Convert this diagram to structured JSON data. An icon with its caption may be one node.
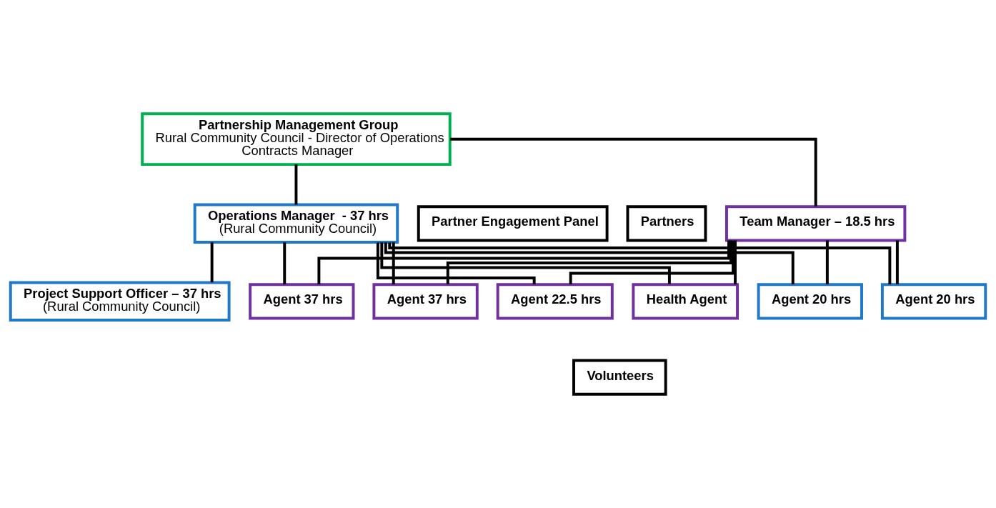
{
  "diagram": {
    "nodes": [
      {
        "text": [
          "Partnership Management Group",
          "Rural Community Council - Director of Operations",
          "Contracts Manager"
        ]
      },
      {
        "text": [
          "Team Manager – 18.5 hrs"
        ]
      },
      {
        "text": [
          "Operations Manager  - 37 hrs",
          "(Rural Community Council)"
        ]
      },
      {
        "text": [
          "Project Support Officer – 37 hrs",
          "(Rural Community Council)"
        ]
      },
      {
        "text": [
          "Agent 37 hrs"
        ]
      },
      {
        "text": [
          "Agent 37 hrs"
        ]
      },
      {
        "text": [
          "Agent 22.5 hrs"
        ]
      },
      {
        "text": [
          "Health Agent"
        ]
      },
      {
        "text": [
          "Agent 20 hrs"
        ]
      },
      {
        "text": [
          "Agent 20 hrs"
        ]
      },
      {
        "text": [
          "Volunteers"
        ]
      },
      {
        "text": [
          "Partners"
        ]
      },
      {
        "text": [
          "Partner Engagement Panel"
        ]
      }
    ],
    "edges": [
      {
        "from": 0,
        "to": 1,
        "arrow": "none"
      },
      {
        "from": 0,
        "to": 2,
        "arrow": "none"
      },
      {
        "from": 2,
        "to": 3,
        "arrow": "none"
      },
      {
        "from": 1,
        "to": 4,
        "arrow": "none"
      },
      {
        "from": 1,
        "to": 5,
        "arrow": "none"
      },
      {
        "from": 1,
        "to": 6,
        "arrow": "none"
      },
      {
        "from": 1,
        "to": 7,
        "arrow": "none"
      },
      {
        "from": 1,
        "to": 8,
        "arrow": "none"
      },
      {
        "from": 1,
        "to": 9,
        "arrow": "none"
      },
      {
        "from": 2,
        "to": 4,
        "arrow": "none"
      },
      {
        "from": 2,
        "to": 5,
        "arrow": "none"
      },
      {
        "from": 2,
        "to": 6,
        "arrow": "none"
      },
      {
        "from": 2,
        "to": 7,
        "arrow": "none"
      },
      {
        "from": 2,
        "to": 8,
        "arrow": "none"
      },
      {
        "from": 2,
        "to": 9,
        "arrow": "none"
      }
    ]
  }
}
